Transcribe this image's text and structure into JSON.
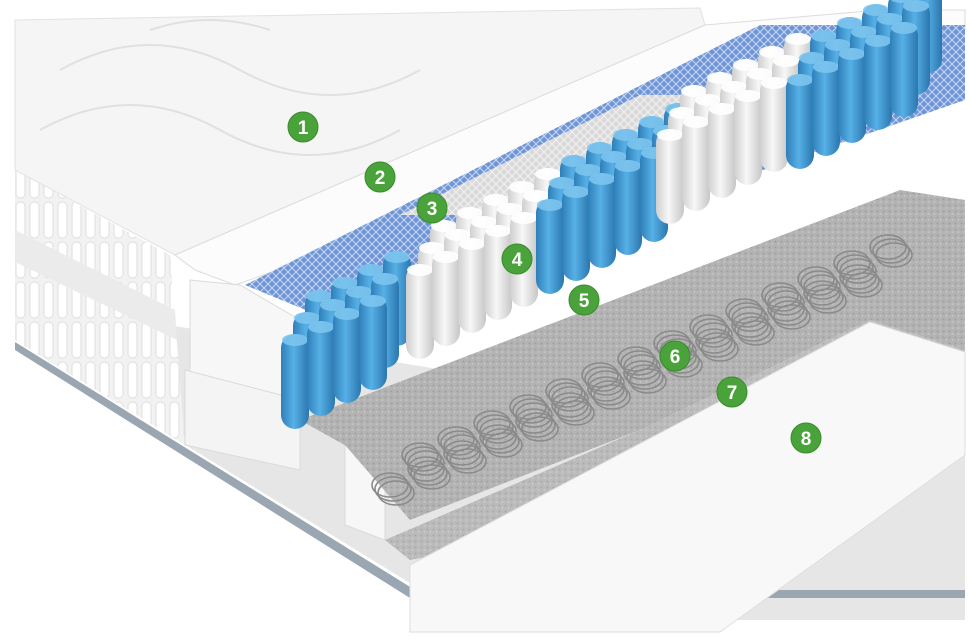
{
  "colors": {
    "marker": "#4aa33a",
    "cover": "#f4f4f4",
    "foam": "#fafafa",
    "blue_spring": "#3f9bd4",
    "white_spring": "#ececec",
    "felt": "#b9b9b9",
    "coil": "#8c8c8c"
  },
  "markers": [
    {
      "label": "1"
    },
    {
      "label": "2"
    },
    {
      "label": "3"
    },
    {
      "label": "4"
    },
    {
      "label": "5"
    },
    {
      "label": "6"
    },
    {
      "label": "7"
    },
    {
      "label": "8"
    }
  ]
}
